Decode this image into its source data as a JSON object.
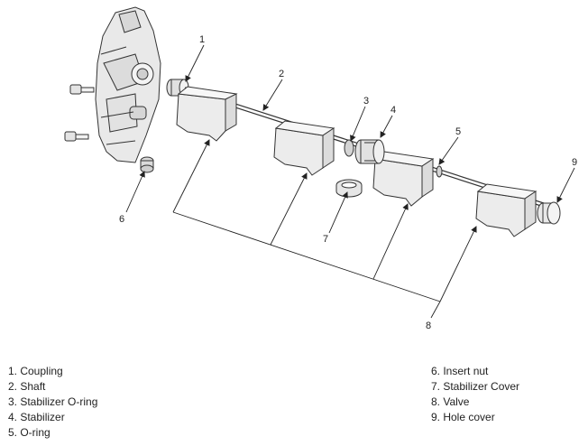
{
  "callouts": [
    "1",
    "2",
    "3",
    "4",
    "5",
    "6",
    "7",
    "8",
    "9"
  ],
  "legend": {
    "left": [
      "1. Coupling",
      "2. Shaft",
      "3. Stabilizer O-ring",
      "4. Stabilizer",
      "5. O-ring"
    ],
    "right": [
      "6. Insert nut",
      "7. Stabilizer Cover",
      "8. Valve",
      "9. Hole cover"
    ]
  }
}
